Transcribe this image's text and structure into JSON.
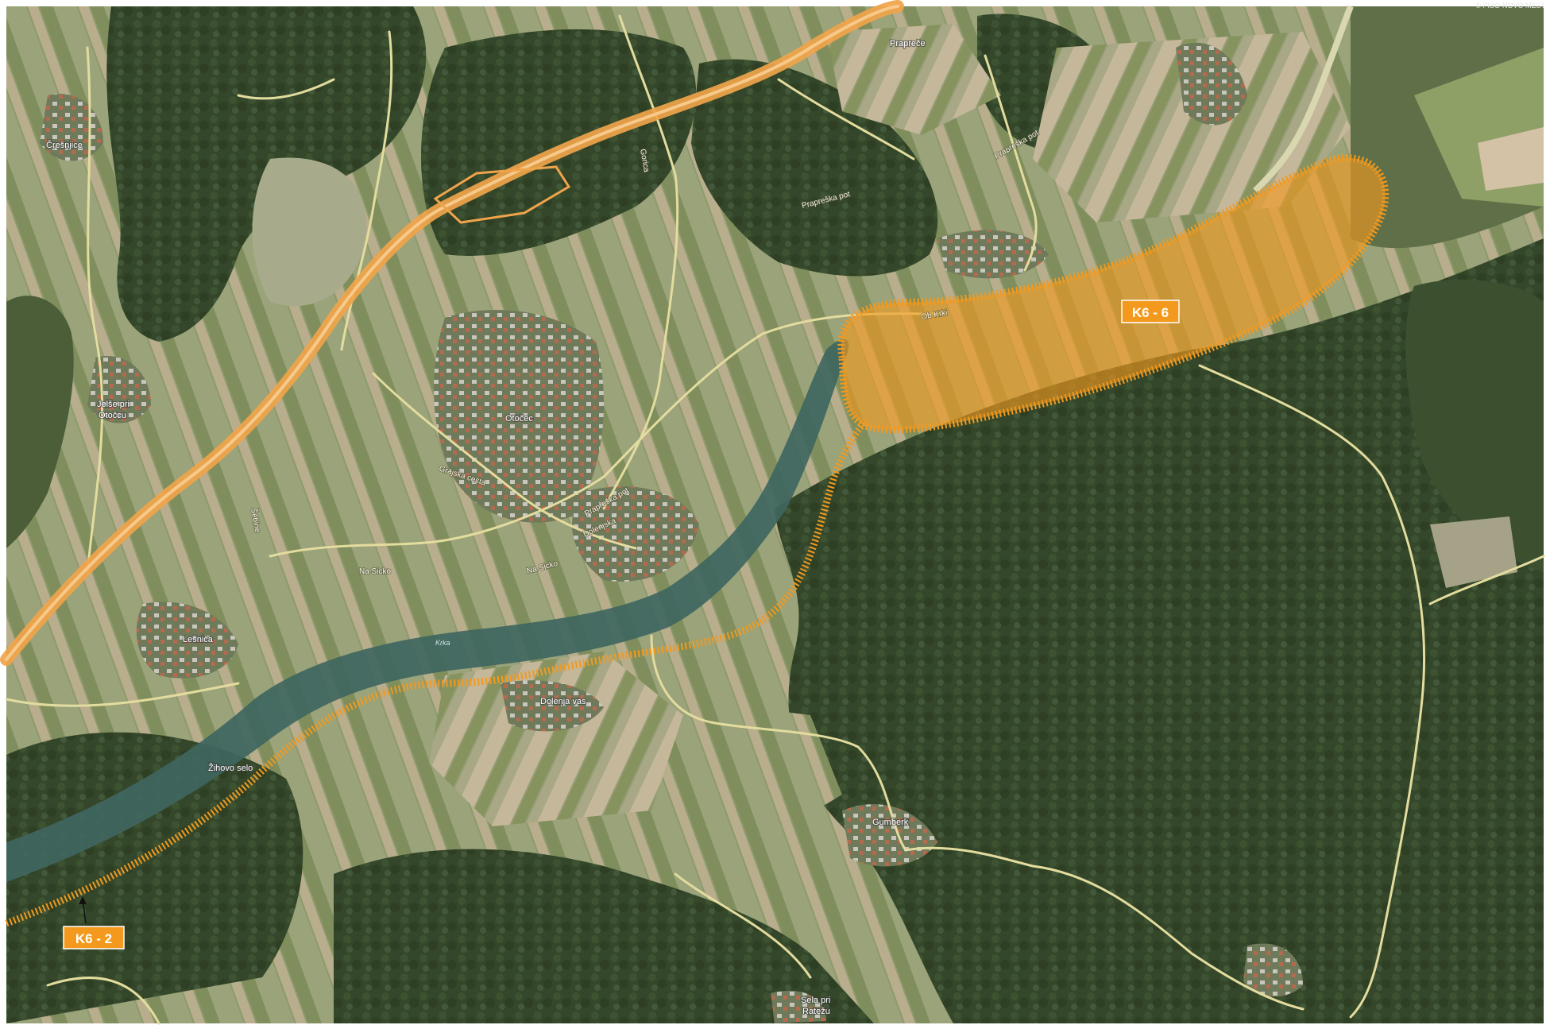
{
  "map": {
    "attribution": "© PISO-NOVO MEST",
    "features": {
      "zone_k6_6": {
        "label": "K6 - 6",
        "color": "#f39a1e"
      },
      "route_k6_2": {
        "label": "K6 - 2",
        "color": "#f39a1e"
      }
    },
    "places": {
      "cresnjice": "Črešnjice",
      "jelse": "Jelše pri",
      "jelse2": "Otočcu",
      "lesnica": "Lešnica",
      "otocec": "Otočec",
      "zihovo_selo": "Žihovo selo",
      "dolenja_vas": "Dolenja vas",
      "gumberk": "Gumberk",
      "sela": "Sela pri",
      "sela2": "Ratežu",
      "prapreče": "Prapreče"
    },
    "roads": {
      "grajska": "Grajska cesta",
      "praprecka": "Prapreška pot",
      "praprecka2": "Prapreška pot",
      "praprecka3": "Prapreška pot",
      "nasicko": "Na Sicko",
      "nasicko2": "Na Sicko",
      "sebine": "Šebine",
      "obkrki": "Ob Krki",
      "gorica": "Gorica",
      "dolenjska": "Dolenjska"
    },
    "river": {
      "name": "Krka"
    },
    "colors": {
      "forest": "#35482a",
      "farmland": "#8f9a70",
      "river": "#3f6660",
      "road": "#e3dc9f",
      "highway": "#f0a44a"
    }
  }
}
